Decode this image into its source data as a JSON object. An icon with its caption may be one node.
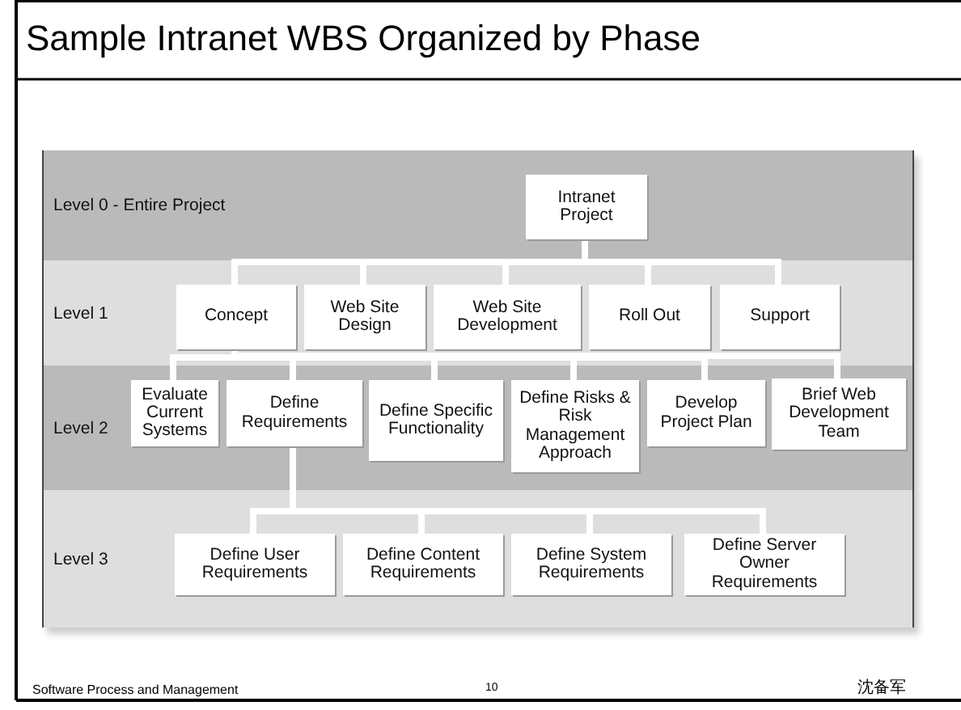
{
  "diagram": {
    "title": "Sample Intranet WBS Organized by Phase",
    "nodes": [
      {
        "text": [
          "Level 0 - Entire Project"
        ]
      },
      {
        "text": [
          "Intranet Project"
        ],
        "in": 0
      },
      {
        "text": [
          "Level 1"
        ]
      },
      {
        "text": [
          "Concept"
        ],
        "in": 2
      },
      {
        "text": [
          "Web Site Design"
        ],
        "in": 2
      },
      {
        "text": [
          "Web Site Development"
        ],
        "in": 2
      },
      {
        "text": [
          "Roll Out"
        ],
        "in": 2
      },
      {
        "text": [
          "Support"
        ],
        "in": 2
      },
      {
        "text": [
          "Level 2"
        ]
      },
      {
        "text": [
          "Evaluate Current Systems"
        ],
        "in": 8
      },
      {
        "text": [
          "Define Requirements"
        ],
        "in": 8
      },
      {
        "text": [
          "Define Specific Functionality"
        ],
        "in": 8
      },
      {
        "text": [
          "Define Risks & Risk Management Approach"
        ],
        "in": 8
      },
      {
        "text": [
          "Develop Project Plan"
        ],
        "in": 8
      },
      {
        "text": [
          "Brief Web Development Team"
        ],
        "in": 8
      },
      {
        "text": [
          "Level 3"
        ]
      },
      {
        "text": [
          "Define User Requirements"
        ],
        "in": 15
      },
      {
        "text": [
          "Define Content Requirements"
        ],
        "in": 15
      },
      {
        "text": [
          "Define System Requirements"
        ],
        "in": 15
      },
      {
        "text": [
          "Define Server Owner Requirements"
        ],
        "in": 15
      }
    ],
    "edges": [
      {
        "from": 1,
        "to": 3,
        "arrow": "none"
      },
      {
        "from": 1,
        "to": 4,
        "arrow": "none"
      },
      {
        "from": 1,
        "to": 5,
        "arrow": "none"
      },
      {
        "from": 1,
        "to": 6,
        "arrow": "none"
      },
      {
        "from": 1,
        "to": 7,
        "arrow": "none"
      },
      {
        "from": 3,
        "to": 9,
        "arrow": "none"
      },
      {
        "from": 3,
        "to": 10,
        "arrow": "none"
      },
      {
        "from": 3,
        "to": 11,
        "arrow": "none"
      },
      {
        "from": 3,
        "to": 12,
        "arrow": "none"
      },
      {
        "from": 3,
        "to": 13,
        "arrow": "none"
      },
      {
        "from": 3,
        "to": 14,
        "arrow": "none"
      },
      {
        "from": 10,
        "to": 16,
        "arrow": "none"
      },
      {
        "from": 10,
        "to": 17,
        "arrow": "none"
      },
      {
        "from": 10,
        "to": 18,
        "arrow": "none"
      },
      {
        "from": 10,
        "to": 19,
        "arrow": "none"
      }
    ],
    "labels": [
      "Software Process and Management",
      "10",
      "沈备军"
    ]
  }
}
